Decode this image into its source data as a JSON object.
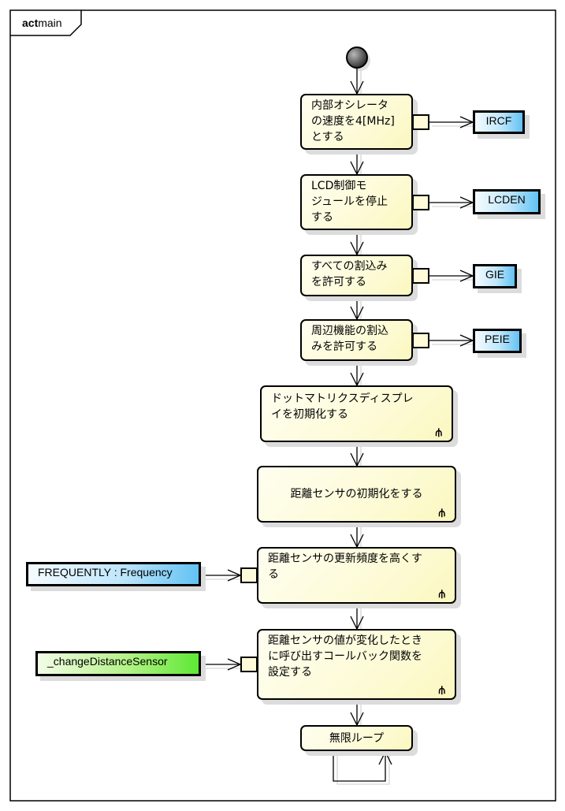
{
  "frame": {
    "kind": "act",
    "name": "main"
  },
  "actions": [
    {
      "id": "set-osc",
      "label": "内部オシレータの速度を4[MHz]とする",
      "lines": [
        "内部オシレータ",
        "の速度を4[MHz]",
        "とする"
      ],
      "output": "IRCF"
    },
    {
      "id": "stop-lcd",
      "label": "LCD制御モジュールを停止する",
      "lines": [
        "LCD制御モ",
        "ジュールを停止",
        "する"
      ],
      "output": "LCDEN"
    },
    {
      "id": "enable-all-int",
      "label": "すべての割込みを許可する",
      "lines": [
        "すべての割込み",
        "を許可する"
      ],
      "output": "GIE"
    },
    {
      "id": "enable-peri-int",
      "label": "周辺機能の割込みを許可する",
      "lines": [
        "周辺機能の割込",
        "みを許可する"
      ],
      "output": "PEIE"
    },
    {
      "id": "init-dotmatrix",
      "label": "ドットマトリクスディスプレイを初期化する",
      "lines": [
        "ドットマトリクスディスプレ",
        "イを初期化する"
      ],
      "call": true
    },
    {
      "id": "init-sensor",
      "label": "距離センサの初期化をする",
      "lines": [
        "距離センサの初期化をする"
      ],
      "call": true
    },
    {
      "id": "sensor-freq",
      "label": "距離センサの更新頻度を高くする",
      "lines": [
        "距離センサの更新頻度を高くす",
        "る"
      ],
      "call": true,
      "input": "FREQUENTLY : Frequency"
    },
    {
      "id": "sensor-callback",
      "label": "距離センサの値が変化したときに呼び出すコールバック関数を設定する",
      "lines": [
        "距離センサの値が変化したとき",
        "に呼び出すコールバック関数を",
        "設定する"
      ],
      "call": true,
      "input": "_changeDistanceSensor"
    },
    {
      "id": "infinite-loop",
      "label": "無限ループ",
      "lines": [
        "無限ループ"
      ]
    }
  ],
  "colors": {
    "action_fill": "#fdfbd6",
    "object_blue": "#62c2f3",
    "object_green": "#5ee834",
    "shadow": "#dcdcdc"
  }
}
